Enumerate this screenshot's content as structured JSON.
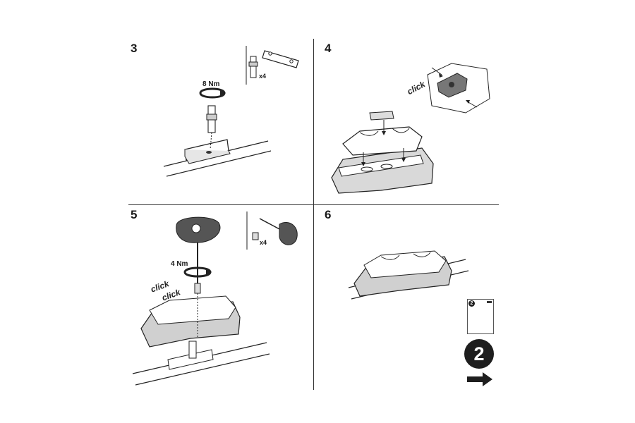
{
  "steps": [
    {
      "number": "3",
      "torque": "8 Nm",
      "quantity": "x4"
    },
    {
      "number": "4",
      "click": "click"
    },
    {
      "number": "5",
      "torque": "4 Nm",
      "quantity": "x4",
      "click_1": "click",
      "click_2": "click"
    },
    {
      "number": "6",
      "booklet_number": "2",
      "next_badge": "2"
    }
  ],
  "icons": {
    "next_arrow": "right-arrow-icon",
    "rotation": "rotate-arrow-icon",
    "booklet": "instruction-booklet-icon"
  },
  "colors": {
    "ink": "#1a1a1a",
    "badge": "#1e1e1e",
    "background": "#ffffff"
  }
}
